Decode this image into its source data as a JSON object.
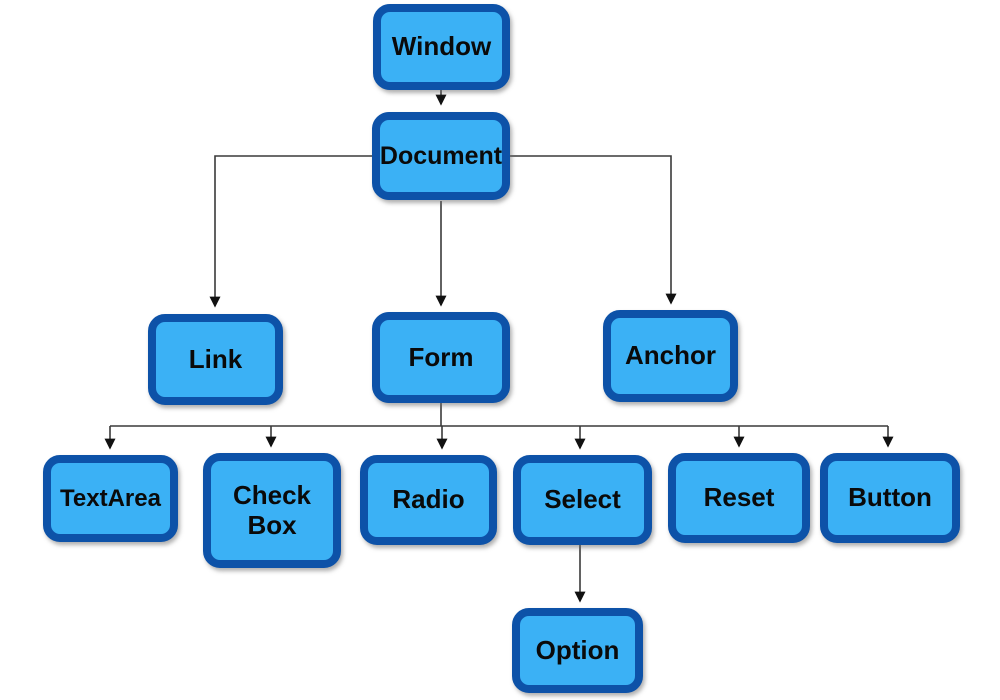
{
  "diagram": {
    "description": "DOM object hierarchy flowchart",
    "colors": {
      "node_fill": "#3bb1f5",
      "node_border": "#0d52a8",
      "connector": "#3a3a3a",
      "text": "#0a0a0a",
      "background": "#ffffff"
    },
    "nodes": {
      "window": {
        "label": "Window"
      },
      "document": {
        "label": "Document"
      },
      "link": {
        "label": "Link"
      },
      "form": {
        "label": "Form"
      },
      "anchor": {
        "label": "Anchor"
      },
      "textarea": {
        "label": "TextArea"
      },
      "checkbox": {
        "label": "Check Box"
      },
      "radio": {
        "label": "Radio"
      },
      "select": {
        "label": "Select"
      },
      "reset": {
        "label": "Reset"
      },
      "button": {
        "label": "Button"
      },
      "option": {
        "label": "Option"
      }
    },
    "edges": [
      {
        "from": "Window",
        "to": "Document"
      },
      {
        "from": "Document",
        "to": "Link"
      },
      {
        "from": "Document",
        "to": "Form"
      },
      {
        "from": "Document",
        "to": "Anchor"
      },
      {
        "from": "Form",
        "to": "TextArea"
      },
      {
        "from": "Form",
        "to": "Check Box"
      },
      {
        "from": "Form",
        "to": "Radio"
      },
      {
        "from": "Form",
        "to": "Select"
      },
      {
        "from": "Form",
        "to": "Reset"
      },
      {
        "from": "Form",
        "to": "Button"
      },
      {
        "from": "Select",
        "to": "Option"
      }
    ]
  }
}
